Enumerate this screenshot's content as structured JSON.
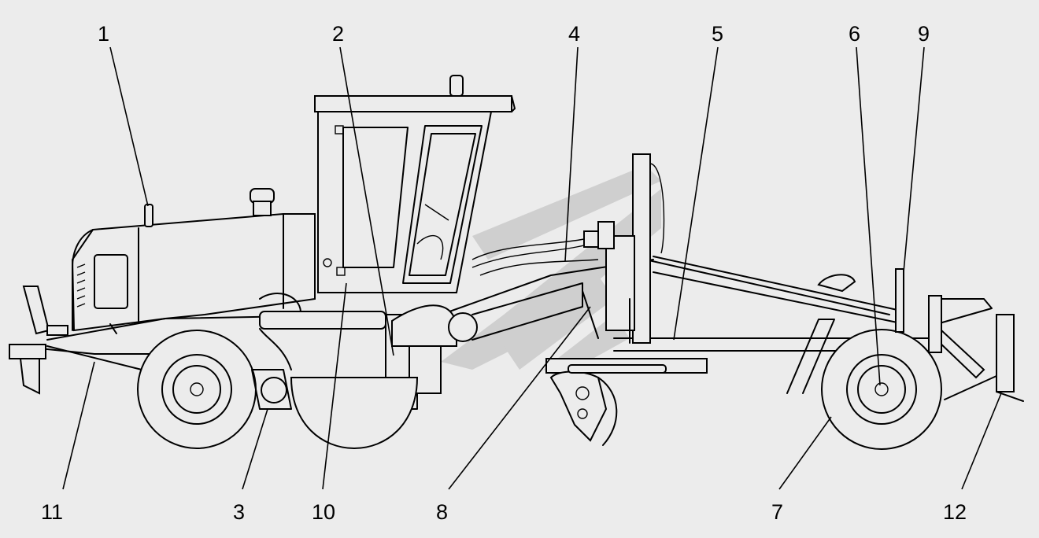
{
  "diagram": {
    "callouts": [
      {
        "id": "1",
        "text": "1"
      },
      {
        "id": "2",
        "text": "2"
      },
      {
        "id": "4",
        "text": "4"
      },
      {
        "id": "5",
        "text": "5"
      },
      {
        "id": "6",
        "text": "6"
      },
      {
        "id": "9",
        "text": "9"
      },
      {
        "id": "11",
        "text": "11"
      },
      {
        "id": "3",
        "text": "3"
      },
      {
        "id": "10",
        "text": "10"
      },
      {
        "id": "8",
        "text": "8"
      },
      {
        "id": "7",
        "text": "7"
      },
      {
        "id": "12",
        "text": "12"
      }
    ],
    "colors": {
      "background": "#ececec",
      "line": "#000000",
      "watermark": "#c8c8c8"
    }
  }
}
